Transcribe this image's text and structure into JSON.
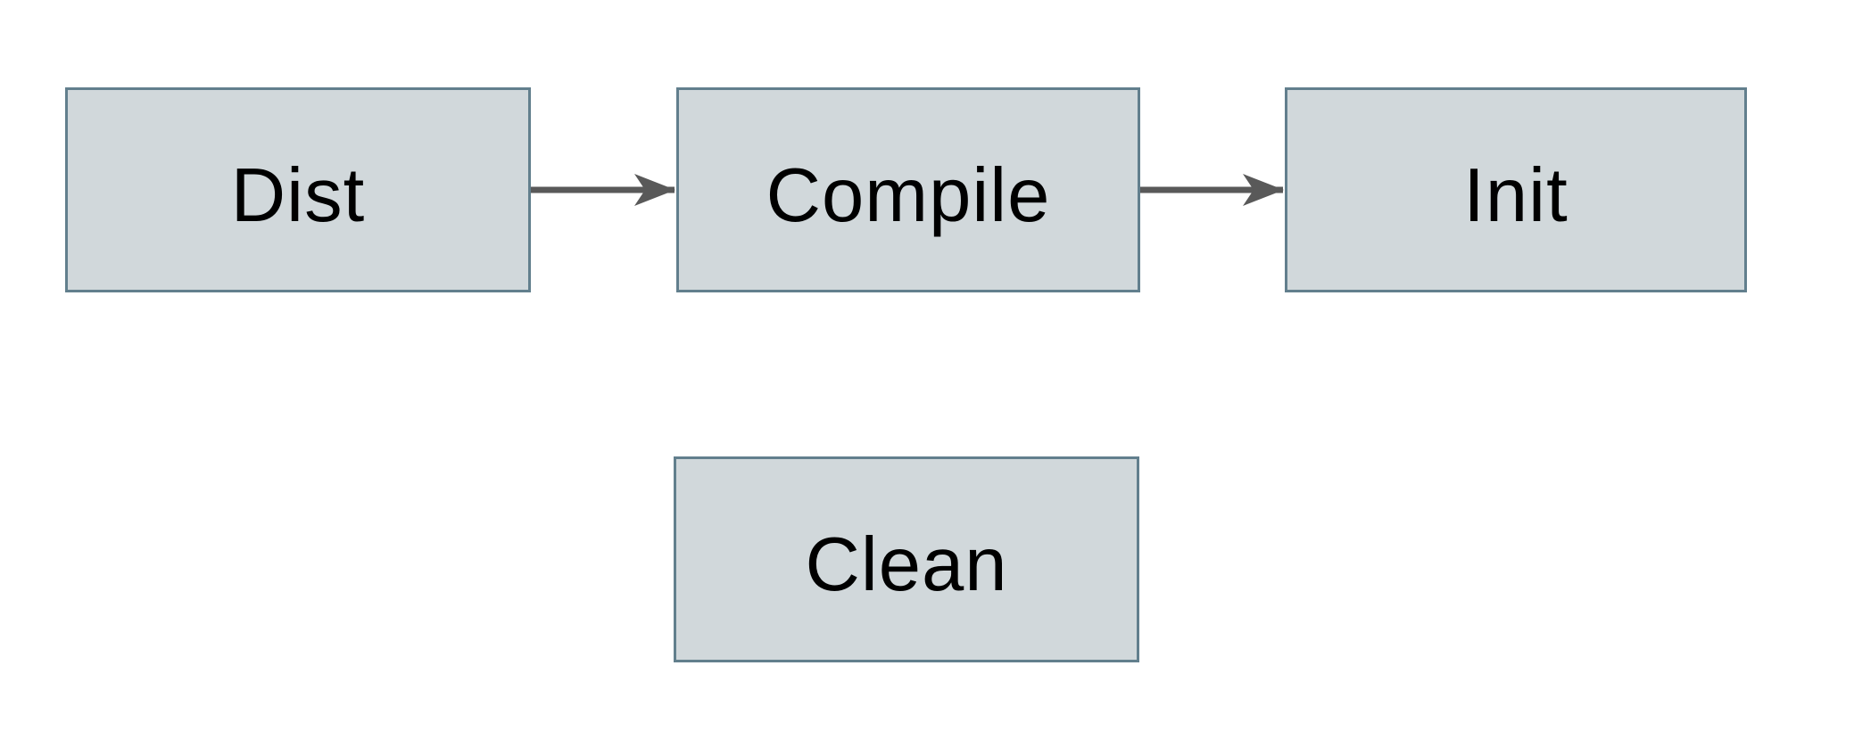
{
  "diagram": {
    "type": "flowchart",
    "nodes": [
      {
        "id": "dist",
        "label": "Dist"
      },
      {
        "id": "compile",
        "label": "Compile"
      },
      {
        "id": "init",
        "label": "Init"
      },
      {
        "id": "clean",
        "label": "Clean"
      }
    ],
    "edges": [
      {
        "from": "dist",
        "to": "compile",
        "style": "arrow-right"
      },
      {
        "from": "compile",
        "to": "init",
        "style": "arrow-right"
      }
    ],
    "colors": {
      "node_fill": "#d1d8db",
      "node_border": "#627f8d",
      "arrow": "#595959",
      "text": "#000000",
      "background": "#ffffff"
    }
  }
}
